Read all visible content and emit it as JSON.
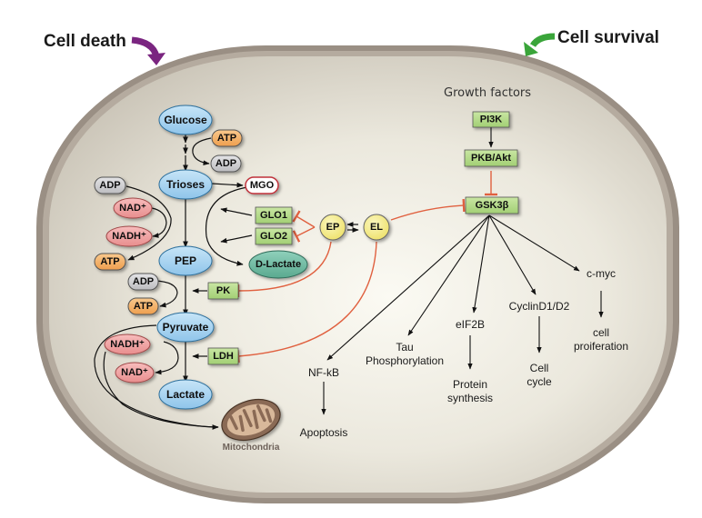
{
  "labels": {
    "cell_death": "Cell death",
    "cell_survival": "Cell survival",
    "growth_factors": "Growth factors",
    "mitochondria": "Mitochondria"
  },
  "colors": {
    "cell_death_arrow": "#7a2580",
    "cell_survival_arrow": "#3aa53a",
    "inhibition_line": "#e0603f",
    "metabolite_blue": "#a9d3ef",
    "atp_orange": "#f4b06a",
    "adp_gray": "#d0d0d2",
    "nad_pink": "#f0a3a3",
    "enzyme_green": "#b5d98a",
    "ep_el_yellow": "#f5ef8c",
    "dlactate_teal": "#6fbfa6",
    "mgo_border": "#c0303a",
    "membrane": "#9a8f84",
    "cytoplasm": "#e9e6dc"
  },
  "glycolysis": {
    "glucose": "Glucose",
    "trioses": "Trioses",
    "pep": "PEP",
    "pyruvate": "Pyruvate",
    "lactate": "Lactate",
    "atp_top": "ATP",
    "adp_top": "ADP",
    "adp_left": "ADP",
    "nad_plus_1": "NAD⁺",
    "nadh_1": "NADH⁺",
    "atp_left": "ATP",
    "adp_pep": "ADP",
    "atp_pep": "ATP",
    "nadh_2": "NADH⁺",
    "nad_plus_2": "NAD⁺"
  },
  "glyoxalase": {
    "mgo": "MGO",
    "glo1": "GLO1",
    "glo2": "GLO2",
    "d_lactate": "D-Lactate"
  },
  "enzymes": {
    "pk": "PK",
    "ldh": "LDH"
  },
  "modulators": {
    "ep": "EP",
    "el": "EL"
  },
  "signaling": {
    "pi3k": "PI3K",
    "pkb_akt": "PKB/Akt",
    "gsk3b": "GSK3β"
  },
  "targets": {
    "nfkb": "NF-kB",
    "apoptosis": "Apoptosis",
    "tau_line1": "Tau",
    "tau_line2": "Phosphorylation",
    "eif2b": "eIF2B",
    "protein_line1": "Protein",
    "protein_line2": "synthesis",
    "cyclin": "CyclinD1/D2",
    "cellcycle_line1": "Cell",
    "cellcycle_line2": "cycle",
    "cmyc": "c-myc",
    "prolif_line1": "cell",
    "prolif_line2": "proiferation"
  }
}
